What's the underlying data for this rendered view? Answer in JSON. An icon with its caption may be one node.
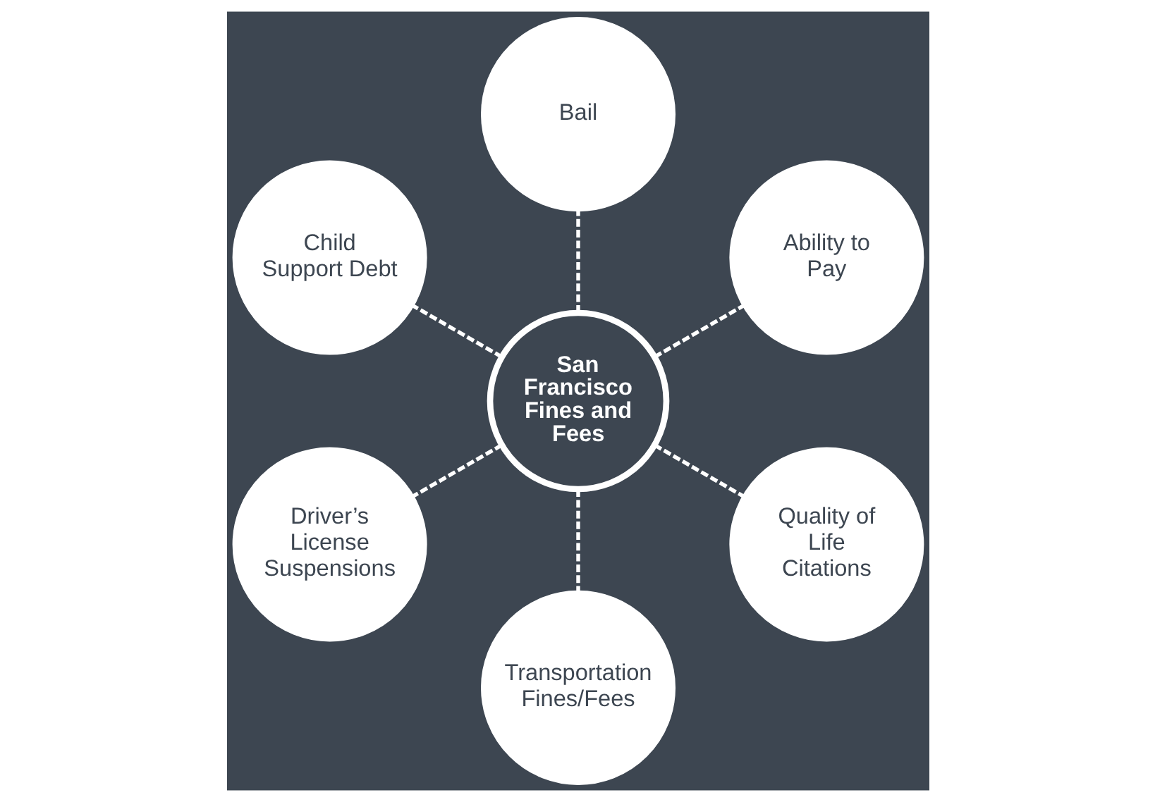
{
  "diagram": {
    "nodes": [
      {
        "text": [
          "Ability to Pay"
        ]
      },
      {
        "text": [
          "Bail"
        ]
      },
      {
        "text": [
          "Child Support Debt"
        ]
      },
      {
        "text": [
          "San Francisco Fines and Fees"
        ]
      },
      {
        "text": [
          "Driver’s License Suspensions"
        ]
      },
      {
        "text": [
          "Transportation Fines/Fees"
        ]
      },
      {
        "text": [
          "Quality of Life Citations"
        ]
      }
    ],
    "edges": [
      {
        "from": 3,
        "to": 0,
        "arrow": "none",
        "style": "dashed"
      },
      {
        "from": 3,
        "to": 2,
        "arrow": "none",
        "style": "dashed"
      },
      {
        "from": 3,
        "to": 5,
        "arrow": "none",
        "style": "dashed"
      },
      {
        "from": 3,
        "to": 6,
        "arrow": "none",
        "style": "dashed"
      },
      {
        "from": 3,
        "to": 4,
        "arrow": "none",
        "style": "dashed"
      },
      {
        "from": 3,
        "to": 1,
        "arrow": "none",
        "style": "dashed"
      }
    ]
  }
}
